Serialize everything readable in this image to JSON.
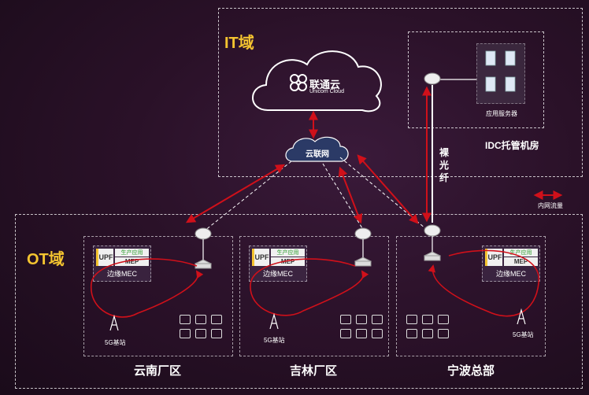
{
  "zones": {
    "it": {
      "label": "IT域"
    },
    "ot": {
      "label": "OT域"
    }
  },
  "cloud": {
    "name": "联通云",
    "subtitle": "Unicom Cloud"
  },
  "network": {
    "label": "云联网"
  },
  "idc": {
    "label": "IDC托管机房",
    "server_label": "应用服务器"
  },
  "fiber": {
    "label": "裸光纤"
  },
  "legend": {
    "label": "内网流量"
  },
  "sites": [
    {
      "name": "云南厂区",
      "upf": "UPF",
      "app": "生产应用",
      "mep": "MEP",
      "mec": "边缘MEC",
      "station": "5G基站"
    },
    {
      "name": "吉林厂区",
      "upf": "UPF",
      "app": "生产应用",
      "mep": "MEP",
      "mec": "边缘MEC",
      "station": "5G基站"
    },
    {
      "name": "宁波总部",
      "upf": "UPF",
      "app": "生产应用",
      "mep": "MEP",
      "mec": "边缘MEC",
      "station": "5G基站"
    }
  ],
  "colors": {
    "zone_label": "#f4c430",
    "traffic": "#d0101a",
    "app_text": "#2e9e2e"
  }
}
